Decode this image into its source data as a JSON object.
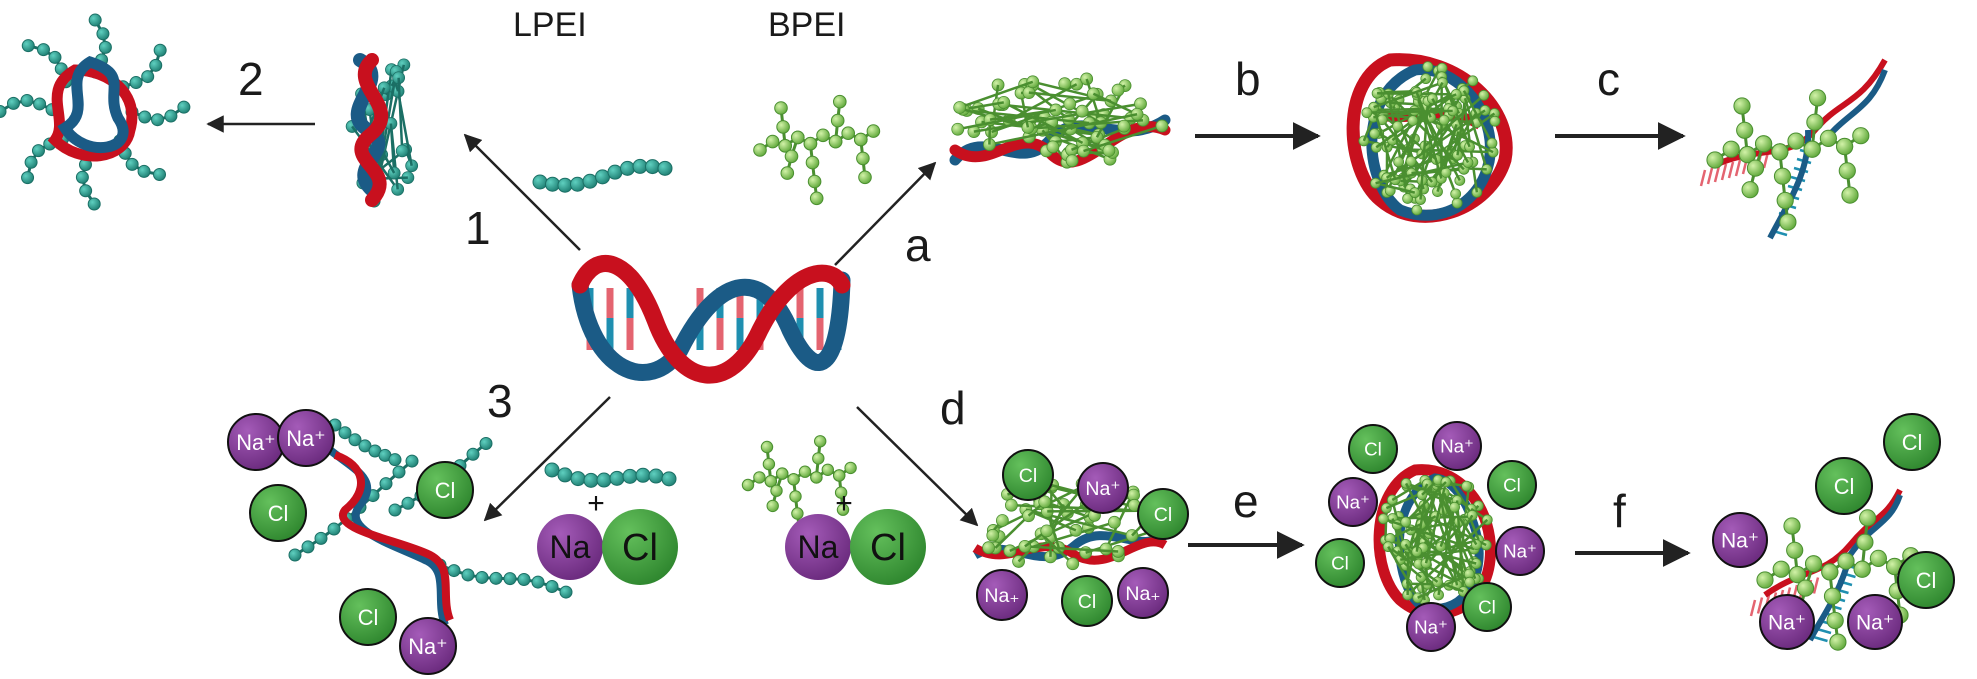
{
  "labels": {
    "lpei": "LPEI",
    "bpei": "BPEI",
    "step_1": "1",
    "step_2": "2",
    "step_3": "3",
    "step_a": "a",
    "step_b": "b",
    "step_c": "c",
    "step_d": "d",
    "step_e": "e",
    "step_f": "f"
  },
  "ions": {
    "na": "Na",
    "na_plus": "Na⁺",
    "na_bent": "Na₊",
    "cl": "Cl",
    "plus": "+"
  },
  "colors": {
    "dna_red": "#c8101e",
    "dna_blue": "#1b5b86",
    "dna_red_rung": "#e46470",
    "dna_blue_rung": "#1f8fb0",
    "lpei_bead": "#2a9a8c",
    "bpei_bead": "#8fcf5e",
    "na_ion": "#7d3590",
    "cl_ion": "#3d9a3d",
    "arrow": "#222222"
  }
}
